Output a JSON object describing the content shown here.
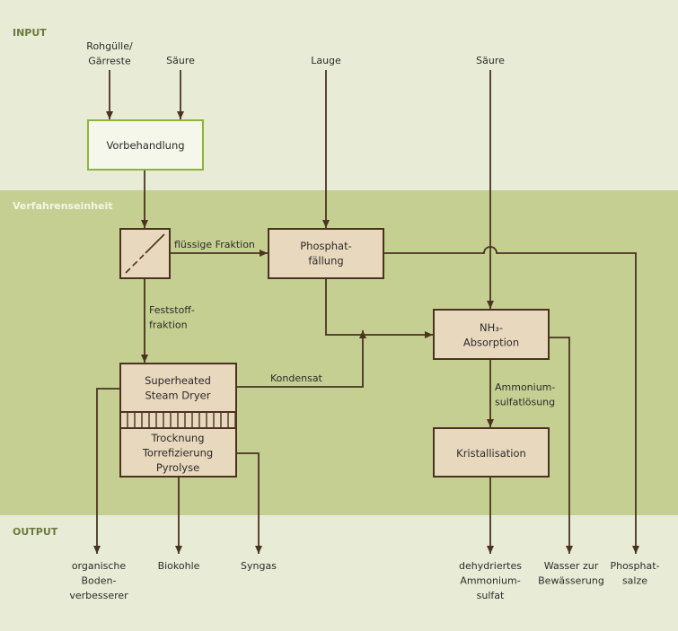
{
  "colors": {
    "outer_band": "#e8ecd6",
    "middle_band": "#c6cf92",
    "box_fill": "#e8d8bd",
    "box_stroke": "#4a3320",
    "input_box_fill": "#f5f7ea",
    "input_box_stroke": "#8fb33a",
    "label_dark": "#6d7a3c",
    "label_light": "#f3f5e6",
    "line": "#4a3320"
  },
  "sections": {
    "input": "INPUT",
    "process": "Verfahrenseinheit",
    "output": "OUTPUT"
  },
  "inputs": {
    "manure": [
      "Rohgülle/",
      "Gärreste"
    ],
    "acid1": [
      "Säure"
    ],
    "lye": [
      "Lauge"
    ],
    "acid2": [
      "Säure"
    ]
  },
  "boxes": {
    "pretreatment": [
      "Vorbehandlung"
    ],
    "phosphate_precip": [
      "Phosphat-",
      "fällung"
    ],
    "nh3_absorption": [
      "NH₃-",
      "Absorption"
    ],
    "dryer": [
      "Superheated",
      "Steam Dryer"
    ],
    "drying": [
      "Trocknung",
      "Torrefizierung",
      "Pyrolyse"
    ],
    "crystallisation": [
      "Kristallisation"
    ]
  },
  "flows": {
    "liquid_fraction": [
      "flüssige Fraktion"
    ],
    "solid_fraction": [
      "Feststoff-",
      "fraktion"
    ],
    "condensate": [
      "Kondensat"
    ],
    "ammonium_solution": [
      "Ammonium-",
      "sulfatlösung"
    ]
  },
  "outputs": {
    "soil_improver": [
      "organische",
      "Boden-",
      "verbesserer"
    ],
    "biochar": [
      "Biokohle"
    ],
    "syngas": [
      "Syngas"
    ],
    "ammonium_sulfate": [
      "dehydriertes",
      "Ammonium-",
      "sulfat"
    ],
    "irrigation_water": [
      "Wasser zur",
      "Bewässerung"
    ],
    "phosphate_salts": [
      "Phosphat-",
      "salze"
    ]
  }
}
